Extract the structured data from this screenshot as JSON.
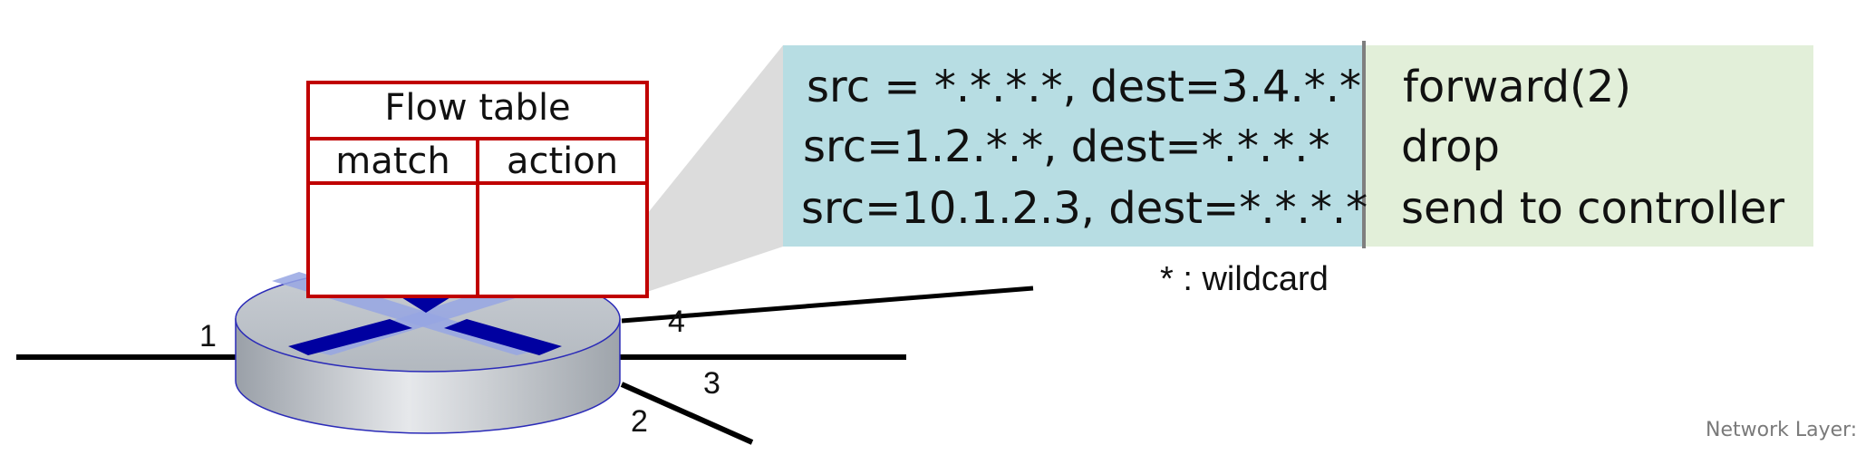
{
  "flow_table": {
    "title": "Flow table",
    "match_header": "match",
    "action_header": "action"
  },
  "rules": [
    {
      "match": "src = *.*.*.*, dest=3.4.*.*",
      "action": "forward(2)"
    },
    {
      "match": "src=1.2.*.*, dest=*.*.*.*",
      "action": "drop"
    },
    {
      "match": "src=10.1.2.3, dest=*.*.*.*",
      "action": "send to controller"
    }
  ],
  "wildcard_note": "* : wildcard",
  "ports": [
    "1",
    "2",
    "3",
    "4"
  ],
  "footer": "Network Layer:",
  "colors": {
    "match_bg": "#b7dde3",
    "action_bg": "#e2efd9",
    "table_border": "#c00000",
    "router_arrow": "#0000a0"
  }
}
